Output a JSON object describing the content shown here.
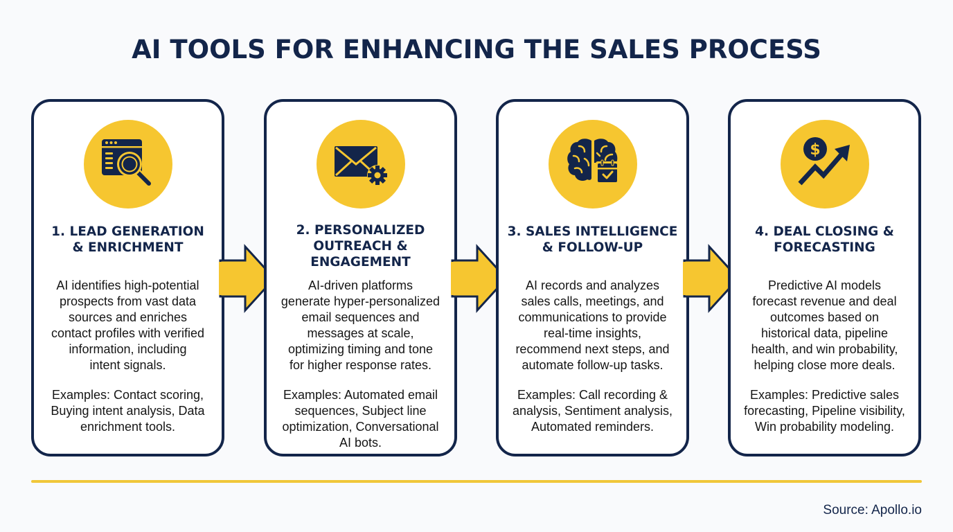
{
  "title": "AI TOOLS FOR ENHANCING THE SALES PROCESS",
  "colors": {
    "navy": "#13254a",
    "yellow": "#f6c630",
    "divider_yellow": "#f0c73a",
    "background": "#f9fafc",
    "card_background": "#ffffff"
  },
  "steps": [
    {
      "icon": "browser-magnifier-icon",
      "heading": "1. LEAD GENERATION\n& ENRICHMENT",
      "description": "AI identifies high-potential\nprospects from vast data\nsources and enriches\ncontact profiles with verified\ninformation, including\nintent signals.",
      "examples": "Examples: Contact scoring,\nBuying intent analysis, Data\nenrichment tools."
    },
    {
      "icon": "email-gear-icon",
      "heading": "2. PERSONALIZED\nOUTREACH &\nENGAGEMENT",
      "description": "AI-driven platforms\ngenerate hyper-personalized\nemail sequences and\nmessages at scale,\noptimizing timing and tone\nfor higher response rates.",
      "examples": "Examples: Automated email\nsequences, Subject line\noptimization, Conversational\nAI bots."
    },
    {
      "icon": "brain-calendar-icon",
      "heading": "3. SALES INTELLIGENCE\n& FOLLOW-UP",
      "description": "AI records and analyzes\nsales calls, meetings, and\ncommunications to provide\nreal-time insights,\nrecommend next steps, and\nautomate follow-up tasks.",
      "examples": "Examples: Call recording &\nanalysis, Sentiment analysis,\nAutomated reminders."
    },
    {
      "icon": "dollar-trend-up-icon",
      "heading": "4. DEAL CLOSING &\nFORECASTING",
      "description": "Predictive AI models\nforecast revenue and deal\noutcomes based on\nhistorical data, pipeline\nhealth, and win probability,\nhelping close more deals.",
      "examples": "Examples: Predictive sales\nforecasting, Pipeline visibility,\nWin probability modeling."
    }
  ],
  "connectors": [
    "arrow-right",
    "arrow-right",
    "arrow-right"
  ],
  "footer": {
    "source": "Source: Apollo.io"
  }
}
